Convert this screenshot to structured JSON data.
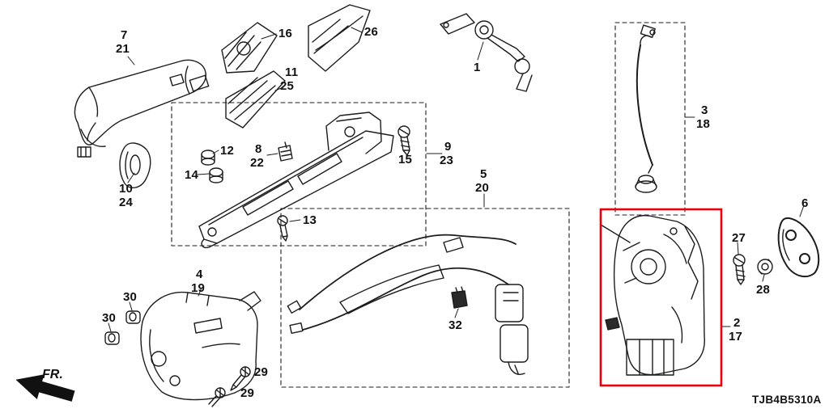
{
  "diagram": {
    "part_code": "TJB4B5310A",
    "fr_label": "FR.",
    "highlight_color": "#e8000d",
    "line_color": "#1c1c1c",
    "labels": [
      {
        "part": "front-door-outer-handle",
        "text": "7"
      },
      {
        "part": "front-door-outer-handle",
        "text": "21"
      },
      {
        "part": "handle-cover-cap",
        "text": "16"
      },
      {
        "part": "handle-cover-cap-b",
        "text": "26"
      },
      {
        "part": "handle-seal-plate",
        "text": "11"
      },
      {
        "part": "handle-seal-plate",
        "text": "25"
      },
      {
        "part": "lock-cylinder-keys",
        "text": "1"
      },
      {
        "part": "lock-rod",
        "text": "3"
      },
      {
        "part": "lock-rod",
        "text": "18"
      },
      {
        "part": "grommet",
        "text": "12"
      },
      {
        "part": "clip",
        "text": "8"
      },
      {
        "part": "clip",
        "text": "22"
      },
      {
        "part": "grommet",
        "text": "14"
      },
      {
        "part": "screw",
        "text": "15"
      },
      {
        "part": "handle-base-bracket",
        "text": "9"
      },
      {
        "part": "handle-base-bracket",
        "text": "23"
      },
      {
        "part": "handle-gasket",
        "text": "10"
      },
      {
        "part": "handle-gasket",
        "text": "24"
      },
      {
        "part": "screw",
        "text": "13"
      },
      {
        "part": "lock-cable-assembly",
        "text": "5"
      },
      {
        "part": "lock-cable-assembly",
        "text": "20"
      },
      {
        "part": "cable-clip",
        "text": "32"
      },
      {
        "part": "inner-base-plate",
        "text": "4"
      },
      {
        "part": "inner-base-plate",
        "text": "19"
      },
      {
        "part": "grommet",
        "text": "30"
      },
      {
        "part": "grommet",
        "text": "30"
      },
      {
        "part": "screw",
        "text": "29"
      },
      {
        "part": "screw",
        "text": "29"
      },
      {
        "part": "door-latch-assembly",
        "text": "2"
      },
      {
        "part": "door-latch-assembly",
        "text": "17"
      },
      {
        "part": "screw",
        "text": "27"
      },
      {
        "part": "nut-grommet",
        "text": "28"
      },
      {
        "part": "door-striker",
        "text": "6"
      }
    ]
  }
}
